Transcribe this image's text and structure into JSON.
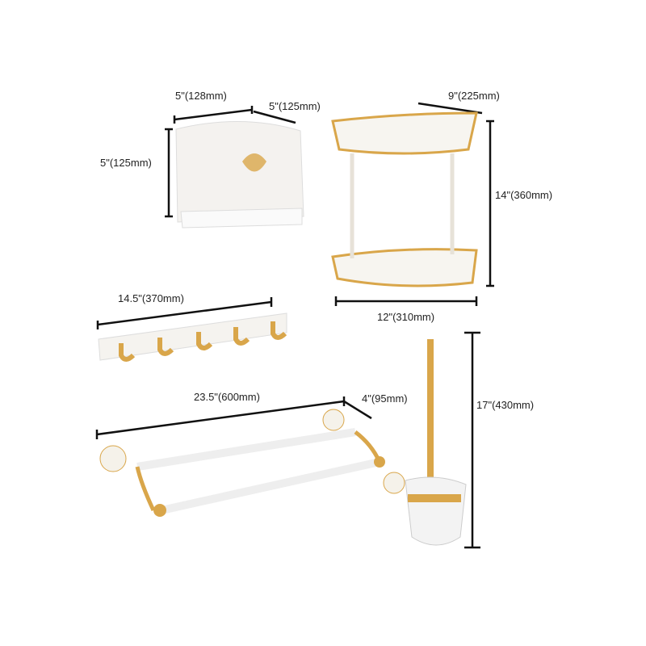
{
  "colors": {
    "gold": "#d9a64a",
    "white_enamel": "#f6f4f0",
    "line": "#111111"
  },
  "products": {
    "paper_holder": {
      "width": "5\"(128mm)",
      "depth": "5\"(125mm)",
      "height": "5\"(125mm)"
    },
    "corner_shelf": {
      "depth": "9\"(225mm)",
      "height": "14\"(360mm)",
      "width": "12\"(310mm)"
    },
    "hook_rail": {
      "width": "14.5\"(370mm)"
    },
    "towel_bar": {
      "width": "23.5\"(600mm)",
      "depth": "4\"(95mm)"
    },
    "toilet_brush": {
      "height": "17\"(430mm)"
    }
  }
}
